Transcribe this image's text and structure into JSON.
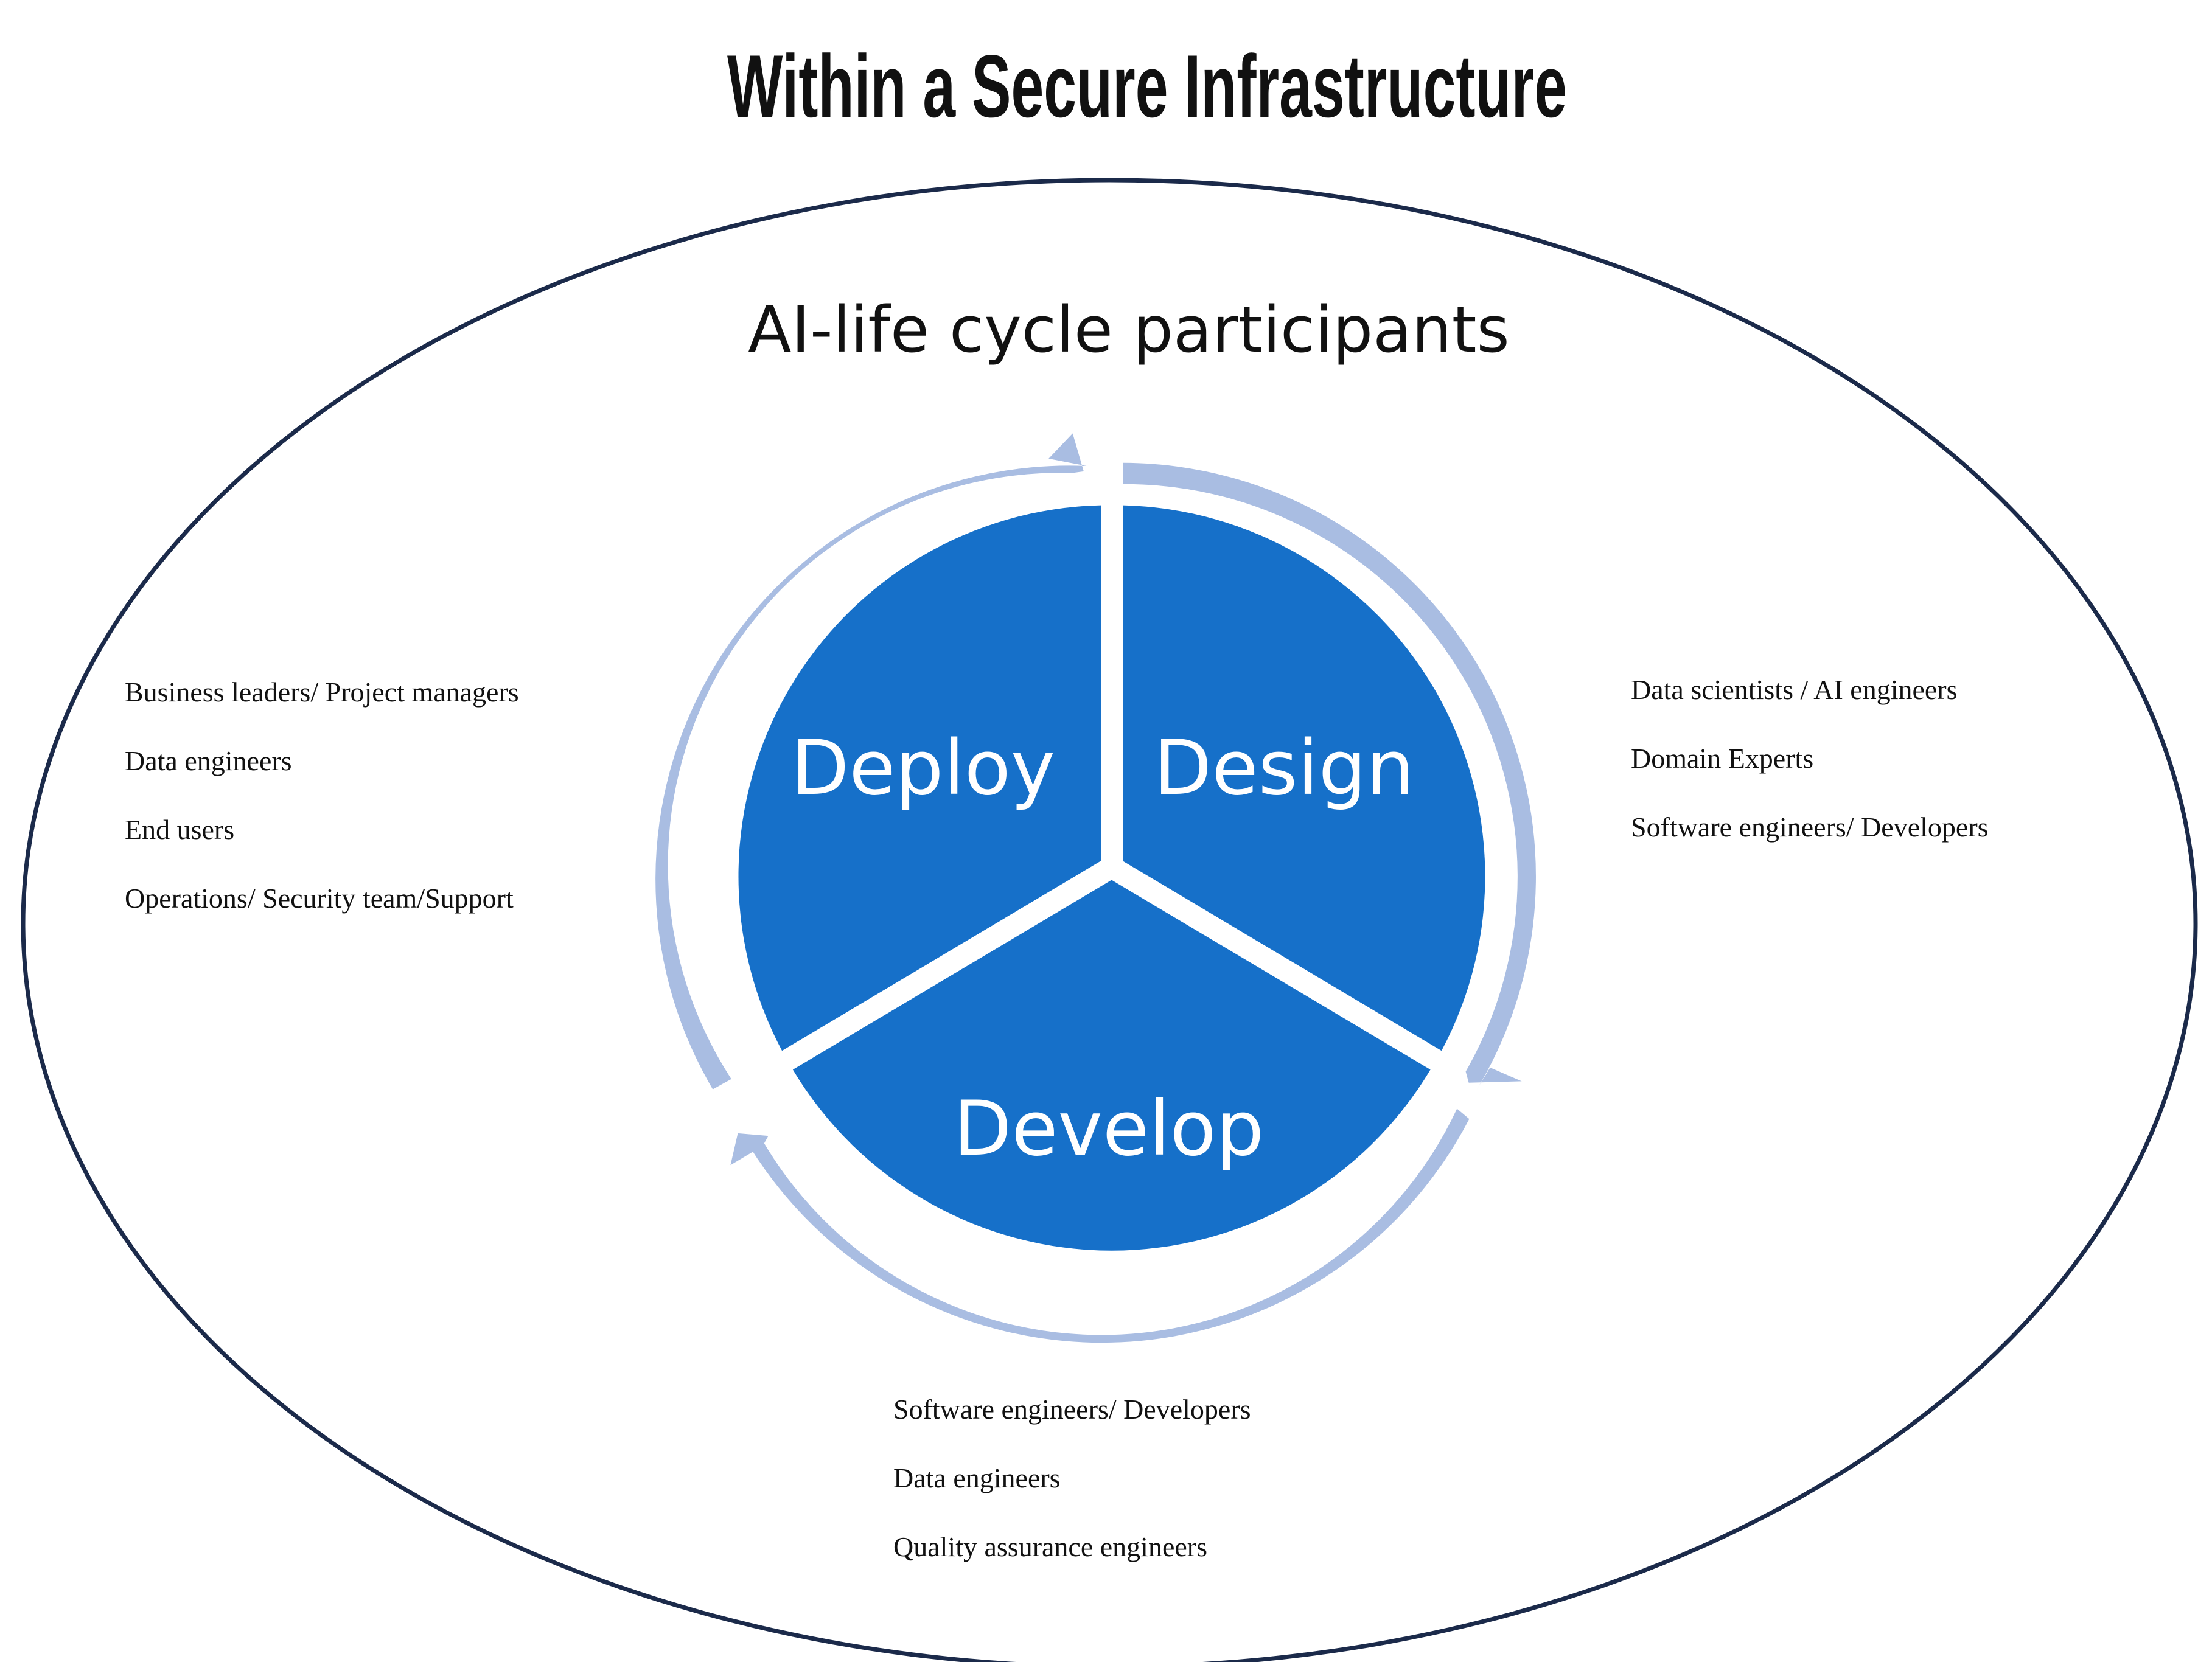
{
  "title": "Within a Secure Infrastructure",
  "subtitle": "AI-life cycle participants",
  "colors": {
    "segment_fill": "#1670c9",
    "arrow_ring": "#a9bde2",
    "outline": "#1b2a4a",
    "text": "#111111",
    "label_text": "#ffffff"
  },
  "phases": {
    "deploy": "Deploy",
    "design": "Design",
    "develop": "Develop"
  },
  "participants": {
    "deploy": [
      "Business leaders/ Project managers",
      "Data engineers",
      "End users",
      "Operations/ Security team/Support"
    ],
    "design": [
      "Data scientists / AI engineers",
      "Domain Experts",
      "Software engineers/ Developers"
    ],
    "develop": [
      "Software engineers/ Developers",
      "Data engineers",
      "Quality assurance engineers"
    ]
  }
}
